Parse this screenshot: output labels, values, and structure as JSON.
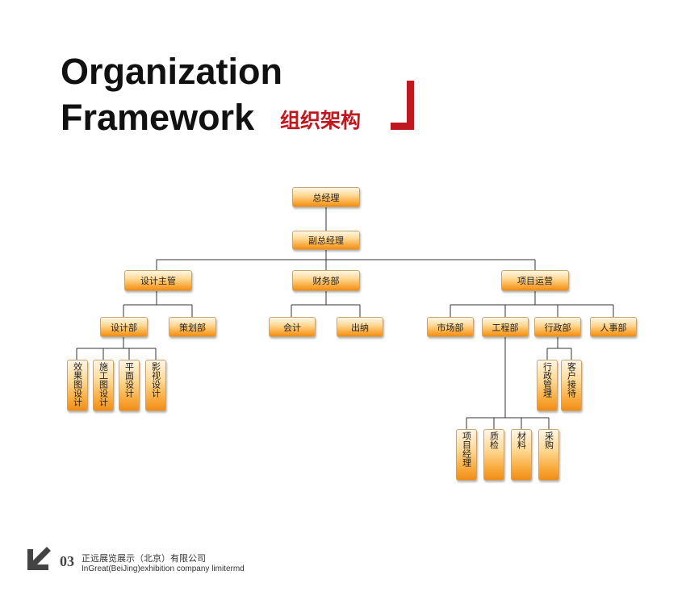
{
  "title": {
    "line1": "Organization",
    "line2": "Framework",
    "chinese": "组织架构"
  },
  "org": {
    "ceo": "总经理",
    "deputy": "副总经理",
    "design_head": "设计主管",
    "finance": "财务部",
    "project_ops": "项目运营",
    "design_dept": "设计部",
    "planning_dept": "策划部",
    "accounting": "会计",
    "cashier": "出纳",
    "market_dept": "市场部",
    "engineering_dept": "工程部",
    "admin_dept": "行政部",
    "hr_dept": "人事部",
    "effect_design": "效果图设计",
    "construction_design": "施工图设计",
    "plan_design": "平面设计",
    "video_design": "影视设计",
    "admin_management": "行政管理",
    "client_reception": "客户接待",
    "project_manager": "项目经理",
    "quality_check": "质检",
    "materials": "材料",
    "purchasing": "采购"
  },
  "footer": {
    "page_number": "03",
    "company_cn": "正远展览展示（北京）有限公司",
    "company_en": "InGreat(BeiJing)exhibition company limitermd"
  },
  "colors": {
    "accent_red": "#c0181f",
    "node_orange": "#f9a93a",
    "connector": "#333333"
  }
}
